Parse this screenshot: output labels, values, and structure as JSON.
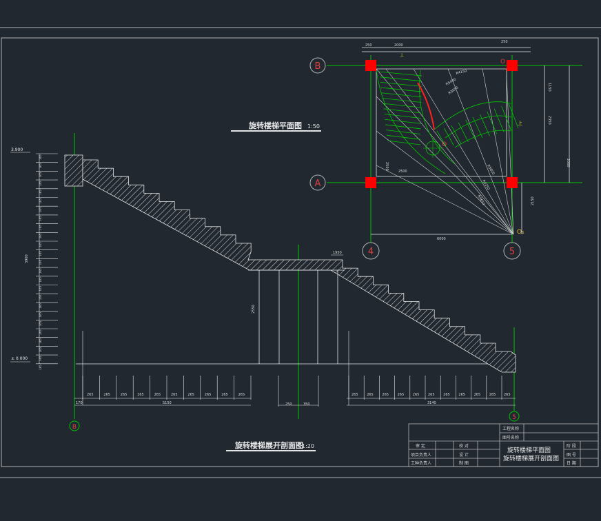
{
  "drawing": {
    "plan_title": "旋转楼梯平面图",
    "plan_scale": "1:50",
    "section_title": "旋转楼梯展开剖面图",
    "section_scale": "1:20"
  },
  "colors": {
    "background": "#212830",
    "frame": "#b4b4b4",
    "linework": "#e6e6e6",
    "axis_line": "#00c800",
    "axis_bubble": "#e04040",
    "column": "#ff0000"
  },
  "plan": {
    "axes": {
      "B": "B",
      "A": "A",
      "n4": "4",
      "n5": "5"
    },
    "dims": {
      "top_a": "250",
      "top_b": "2000",
      "top_c": "250",
      "right_a": "1150",
      "right_b": "2350",
      "right_c": "2000",
      "left_a": "2500",
      "inner_a": "2500",
      "bottom": "6000",
      "lower_right": "2150"
    },
    "radii": [
      "R4150",
      "R5400",
      "R3650",
      "R5800",
      "R4250",
      "R4650"
    ],
    "marks": {
      "o1": "O",
      "o2": "O",
      "o3": "O₁",
      "arrow_up": "上"
    }
  },
  "section": {
    "elevation_top": "3.900",
    "elevation_base": "± 0.000",
    "height_total": "3900",
    "landing_elev": "1950",
    "post_height": "2550",
    "axis_left": "B",
    "axis_right": "5",
    "left_dims": [
      "265",
      "265",
      "265",
      "265",
      "265",
      "265",
      "265",
      "265",
      "265",
      "265"
    ],
    "left_start": "170",
    "left_total": "5150",
    "mid_dims": [
      "250",
      "350"
    ],
    "right_dims": [
      "265",
      "265",
      "265",
      "265",
      "265",
      "265",
      "265",
      "265",
      "265",
      "265"
    ],
    "right_total": "3140",
    "right_end": "265",
    "riser_label": "165"
  },
  "title_block": {
    "project_name_label": "工程名称",
    "project_no_label": "图号名称",
    "approve": "审 定",
    "check": "校 对",
    "project_lead": "项目负责人",
    "design": "设 计",
    "discipline_lead": "工种负责人",
    "draw": "制 图",
    "sheet_title_1": "旋转楼梯平面图",
    "sheet_title_2": "旋转楼梯展开剖面图",
    "stage_label": "阶 段",
    "number_label": "图 号",
    "date_label": "日 期"
  }
}
